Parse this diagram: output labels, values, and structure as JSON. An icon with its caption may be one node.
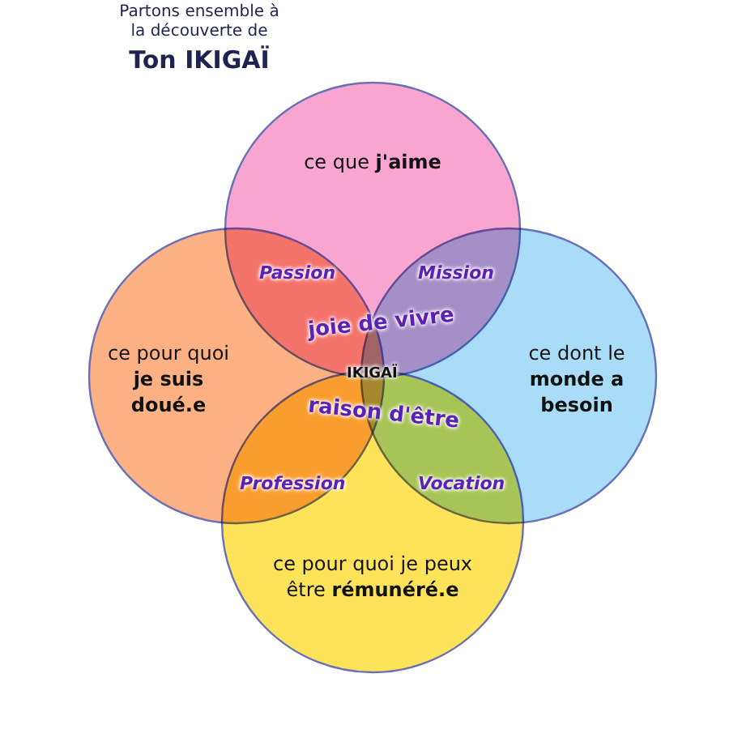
{
  "diagram": {
    "title": "Partons ensemble à la découverte de **Ton IKIGAÏ**",
    "nodes": [
      {
        "text": [
          "ce que **j'aime**"
        ]
      },
      {
        "text": [
          "ce pour quoi **je suis doué.e**"
        ]
      },
      {
        "text": [
          "ce dont le **monde a besoin**"
        ]
      },
      {
        "text": [
          "ce pour quoi je peux être **rémunéré.e**"
        ]
      }
    ],
    "labels": [
      "Passion",
      "Mission",
      "joie de vivre",
      "IKIGAÏ",
      "raison d'être",
      "Profession",
      "Vocation"
    ]
  }
}
